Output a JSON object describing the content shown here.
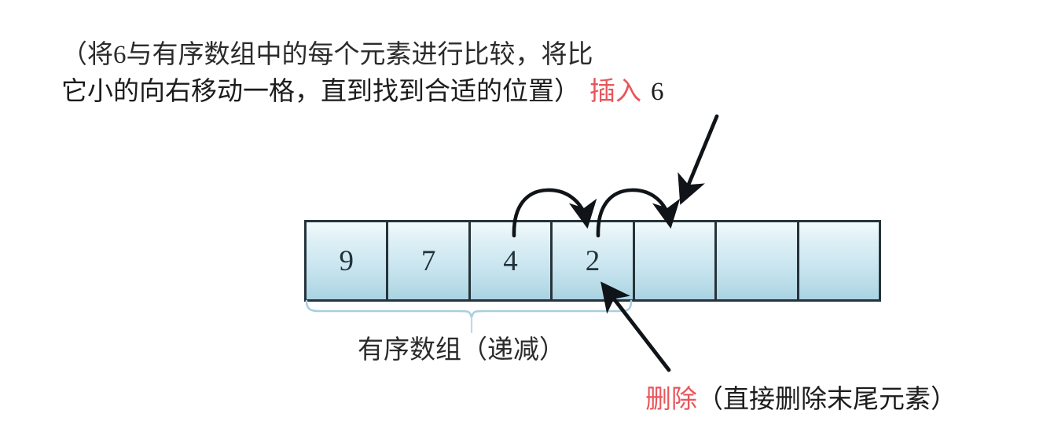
{
  "page": {
    "background": "#ffffff",
    "accent_red": "#e8565c",
    "ink": "#26333a",
    "cell_fill_top": "#f2fafc",
    "cell_fill_bottom": "#a9d2e2",
    "brace_color": "#a8cfe0"
  },
  "caption": {
    "line1": "（将6与有序数组中的每个元素进行比较，将比",
    "line2_black": "它小的向右移动一格，直到找到合适的位置）",
    "line2_red": "插入",
    "line2_value": "6"
  },
  "array": {
    "cells": [
      {
        "value": "9",
        "empty": false
      },
      {
        "value": "7",
        "empty": false
      },
      {
        "value": "4",
        "empty": false
      },
      {
        "value": "2",
        "empty": false
      },
      {
        "value": "",
        "empty": true
      },
      {
        "value": "",
        "empty": true
      },
      {
        "value": "",
        "empty": true
      }
    ],
    "sorted_count": 4
  },
  "labels": {
    "group": "有序数组（递减）",
    "delete_red": "删除",
    "delete_black": "（直接删除末尾元素）"
  },
  "annotations": {
    "shift_arrow_1": "curved-shift-arrow-from-cell-3-to-cell-4",
    "shift_arrow_2": "curved-shift-arrow-from-cell-4-to-cell-5",
    "insert_arrow": "insert-pointer-arrow",
    "delete_arrow": "delete-pointer-arrow",
    "brace": "sorted-range-brace"
  }
}
